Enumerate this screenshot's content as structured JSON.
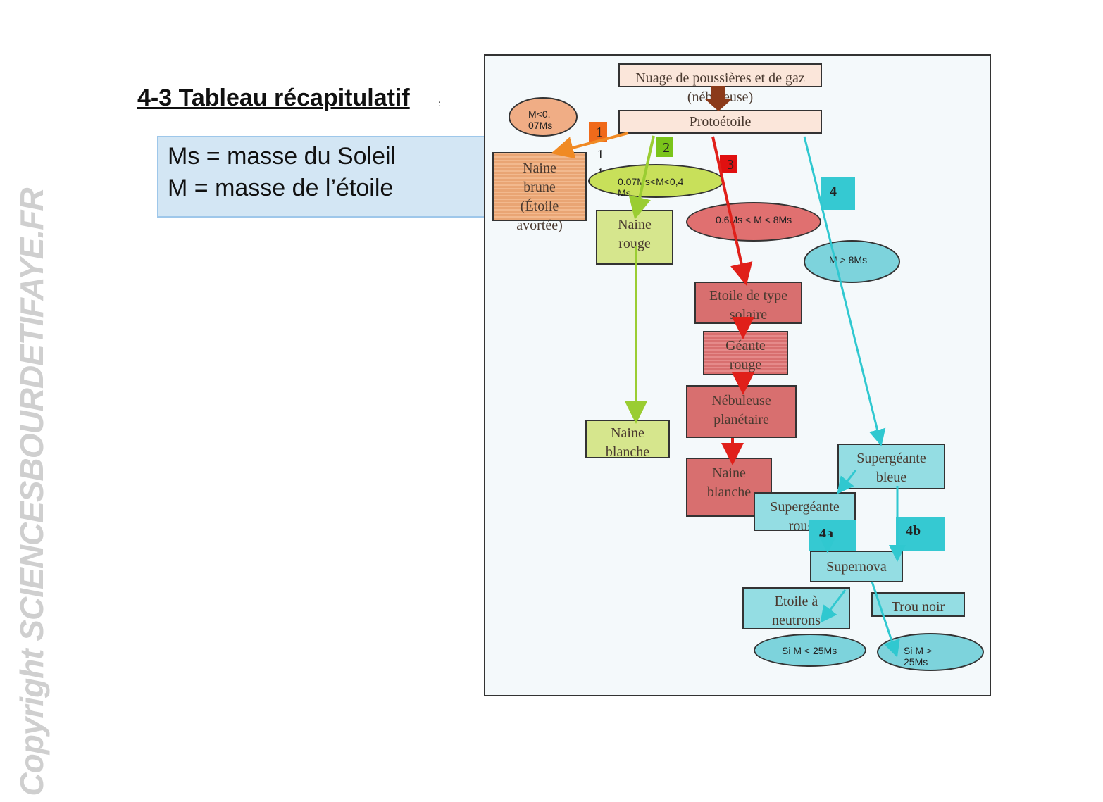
{
  "title": "4-3 Tableau récapitulatif",
  "title_colon": ":",
  "definitions": [
    "Ms = masse du Soleil",
    "M = masse de l’étoile"
  ],
  "watermark": "Copyright SCIENCESBOURDETIFAYE.FR",
  "colors": {
    "orange": "#f08a24",
    "green": "#9acd32",
    "red": "#e0201a",
    "cyan": "#30c8d0",
    "brown": "#8b3a1a",
    "frame_bg": "#f4f9fb"
  },
  "nodes": {
    "nuage": "Nuage de poussières et de gaz (nébuleuse)",
    "protoetoile": "Protoétoile",
    "naine_brune": "Naine brune (Étoile avortée)",
    "naine_rouge": "Naine rouge",
    "naine_blanche_green": "Naine blanche",
    "etoile_solaire": "Etoile de type solaire",
    "geante_rouge": "Géante rouge",
    "nebuleuse_planetaire": "Nébuleuse planétaire",
    "naine_blanche_red": "Naine blanche",
    "supergeante_bleue": "Supergéante bleue",
    "supergeante_rouge": "Supergéante rouge",
    "supernova": "Supernova",
    "etoile_neutrons": "Etoile à neutrons",
    "trou_noir": "Trou noir"
  },
  "conditions": {
    "m_small": "M<0. 07Ms",
    "m_red_dwarf": "0.07Ms<M<0,4 Ms",
    "m_solar": "0.6Ms < M < 8Ms",
    "m_massive": "M > 8Ms",
    "m_lt25": "Si M < 25Ms",
    "m_gt25": "Si M > 25Ms"
  },
  "tags": {
    "t1": "1",
    "t1b": "1",
    "t1c": "1",
    "t2": "2",
    "t3": "3",
    "t4": "4",
    "t4a": "4a",
    "t4b": "4b"
  }
}
